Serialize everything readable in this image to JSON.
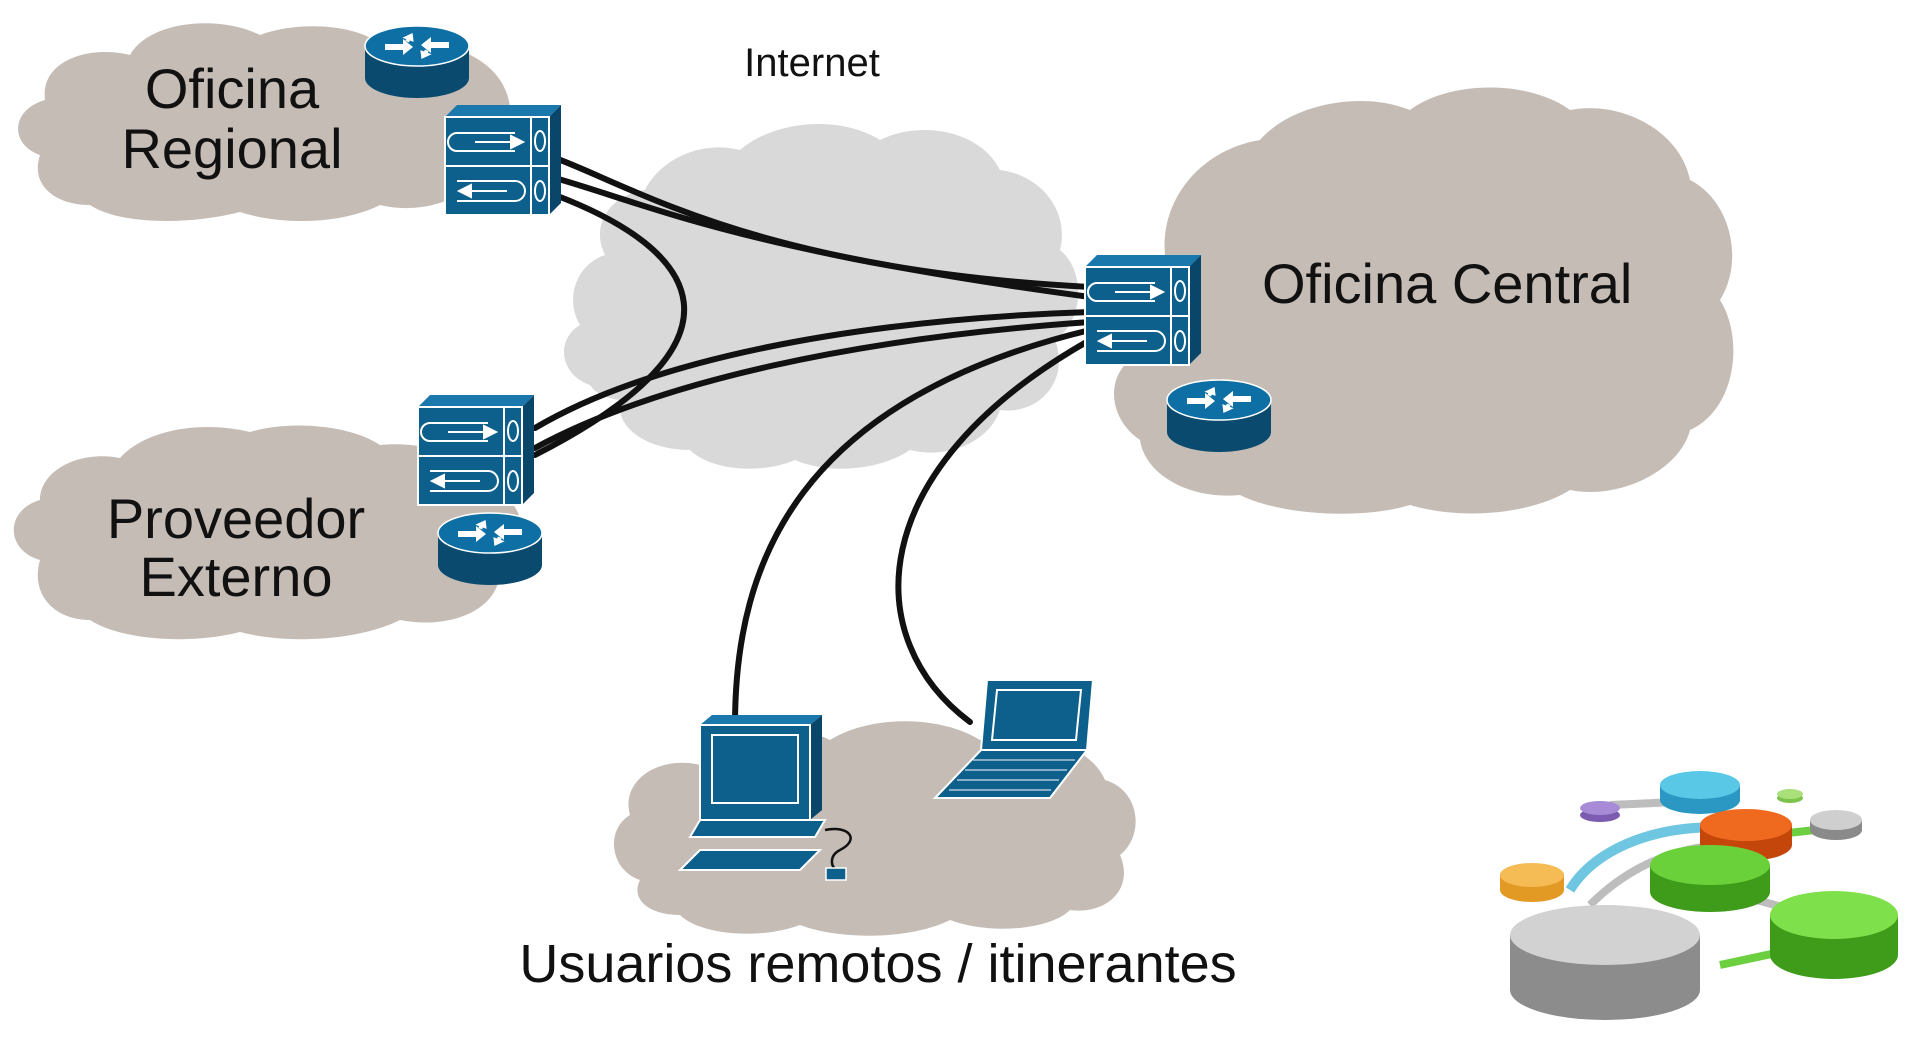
{
  "labels": {
    "internet": "Internet",
    "regional": [
      "Oficina",
      "Regional"
    ],
    "central": "Oficina Central",
    "proveedor": [
      "Proveedor",
      "Externo"
    ],
    "remotos": "Usuarios remotos / itinerantes"
  },
  "colors": {
    "site_cloud": "#c5bcb6",
    "internet_cloud": "#d9d9d9",
    "device_blue": "#0d5f8c",
    "device_dark": "#0a4a6e",
    "link": "#111111"
  },
  "icons": {
    "router": "router-icon",
    "firewall": "firewall-icon",
    "workstation": "desktop-computer-icon",
    "laptop": "laptop-icon",
    "logo": "database-network-logo"
  }
}
